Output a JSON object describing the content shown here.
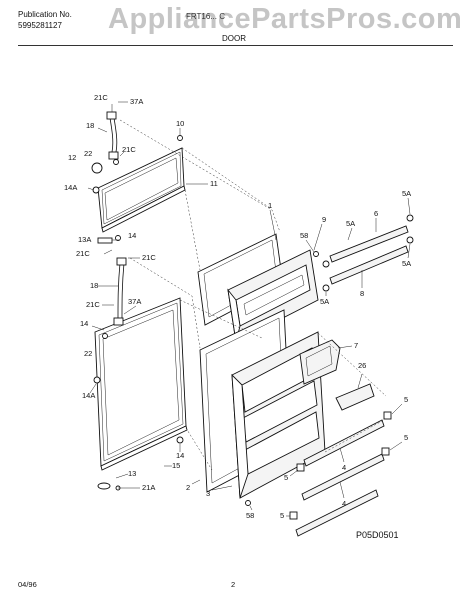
{
  "header": {
    "publication_label": "Publication No.",
    "publication_number": "5995281127",
    "model": "FRT16... C",
    "section_title": "DOOR",
    "watermark": "AppliancePartsPros.com"
  },
  "diagram": {
    "reference_code": "P05D0501",
    "callouts": {
      "c_21c_a": "21C",
      "c_37a_a": "37A",
      "c_18_a": "18",
      "c_10": "10",
      "c_12": "12",
      "c_22_a": "22",
      "c_21c_b": "21C",
      "c_14a_a": "14A",
      "c_11": "11",
      "c_14_a": "14",
      "c_13a": "13A",
      "c_21c_c": "21C",
      "c_21c_d": "21C",
      "c_18_b": "18",
      "c_21c_e": "21C",
      "c_37a_b": "37A",
      "c_14_b": "14",
      "c_22_b": "22",
      "c_14a_b": "14A",
      "c_14_c": "14",
      "c_15": "15",
      "c_13": "13",
      "c_21a": "21A",
      "c_1": "1",
      "c_9": "9",
      "c_58_a": "58",
      "c_5a_a": "5A",
      "c_6": "6",
      "c_5a_b": "5A",
      "c_5a_c": "5A",
      "c_5a_d": "5A",
      "c_8": "8",
      "c_7": "7",
      "c_26": "26",
      "c_5_a": "5",
      "c_5_b": "5",
      "c_4_a": "4",
      "c_5_c": "5",
      "c_5_d": "5",
      "c_4_b": "4",
      "c_2": "2",
      "c_3": "3",
      "c_58_b": "58"
    }
  },
  "footer": {
    "date": "04/96",
    "page": "2"
  }
}
